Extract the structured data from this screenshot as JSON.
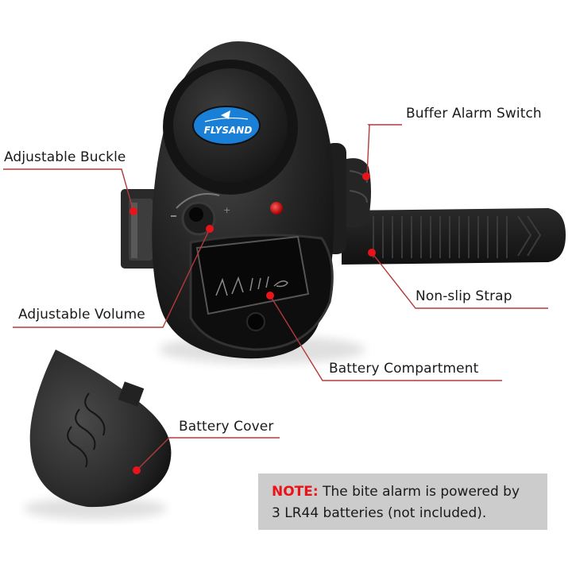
{
  "product": {
    "brand_logo": "FLYSAND",
    "logo_color": "#1a7fd6"
  },
  "callouts": [
    {
      "id": "buffer-alarm-switch",
      "label": "Buffer Alarm Switch"
    },
    {
      "id": "adjustable-buckle",
      "label": "Adjustable Buckle"
    },
    {
      "id": "non-slip-strap",
      "label": "Non-slip Strap"
    },
    {
      "id": "adjustable-volume",
      "label": "Adjustable Volume"
    },
    {
      "id": "battery-compartment",
      "label": "Battery Compartment"
    },
    {
      "id": "battery-cover",
      "label": "Battery Cover"
    }
  ],
  "note": {
    "key": "NOTE:",
    "text_line1": " The bite alarm is powered by",
    "text_line2": "3 LR44 batteries (not included)."
  },
  "colors": {
    "accent_red": "#e8141a",
    "leader_line": "#b33a3a",
    "note_bg": "#cccccc",
    "body_black": "#1c1c1c"
  }
}
